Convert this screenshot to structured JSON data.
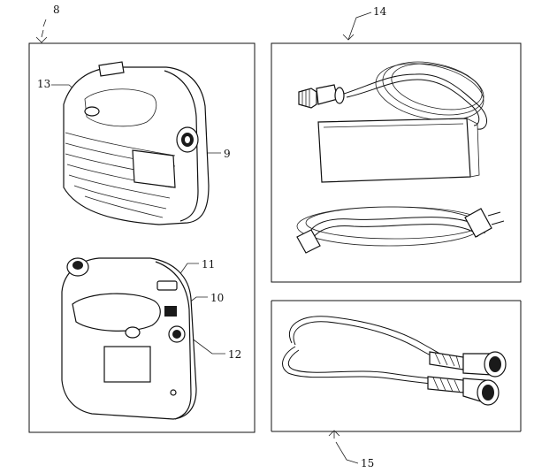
{
  "labels": {
    "l8": "8",
    "l9": "9",
    "l10": "10",
    "l11": "11",
    "l12": "12",
    "l13a": "13",
    "l13b": "13",
    "l14": "14",
    "l15": "15"
  }
}
